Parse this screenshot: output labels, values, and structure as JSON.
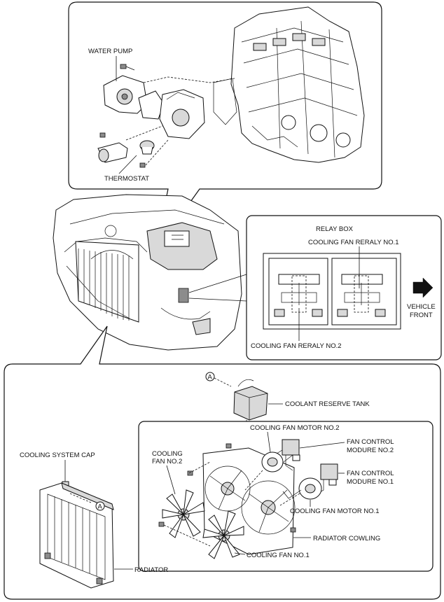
{
  "labels": {
    "water_pump": "WATER PUMP",
    "thermostat": "THERMOSTAT",
    "relay_box": "RELAY BOX",
    "cooling_fan_relay_no1": "COOLING FAN RERALY NO.1",
    "cooling_fan_relay_no2": "COOLING FAN RERALY NO.2",
    "vehicle_front": [
      "VEHICLE",
      "FRONT"
    ],
    "callout_a": "A",
    "coolant_reserve_tank": "COOLANT RESERVE TANK",
    "cooling_fan_motor_no2": "COOLING FAN MOTOR NO.2",
    "fan_control_module_no2": [
      "FAN CONTROL",
      "MODURE NO.2"
    ],
    "fan_control_module_no1": [
      "FAN CONTROL",
      "MODURE NO.1"
    ],
    "cooling_system_cap": "COOLING SYSTEM CAP",
    "cooling_fan_no2": [
      "COOLING",
      "FAN NO.2"
    ],
    "cooling_fan_motor_no1": "COOLING FAN MOTOR NO.1",
    "radiator_cowling": "RADIATOR COWLING",
    "cooling_fan_no1": "COOLING FAN NO.1",
    "radiator": "RADIATOR"
  }
}
